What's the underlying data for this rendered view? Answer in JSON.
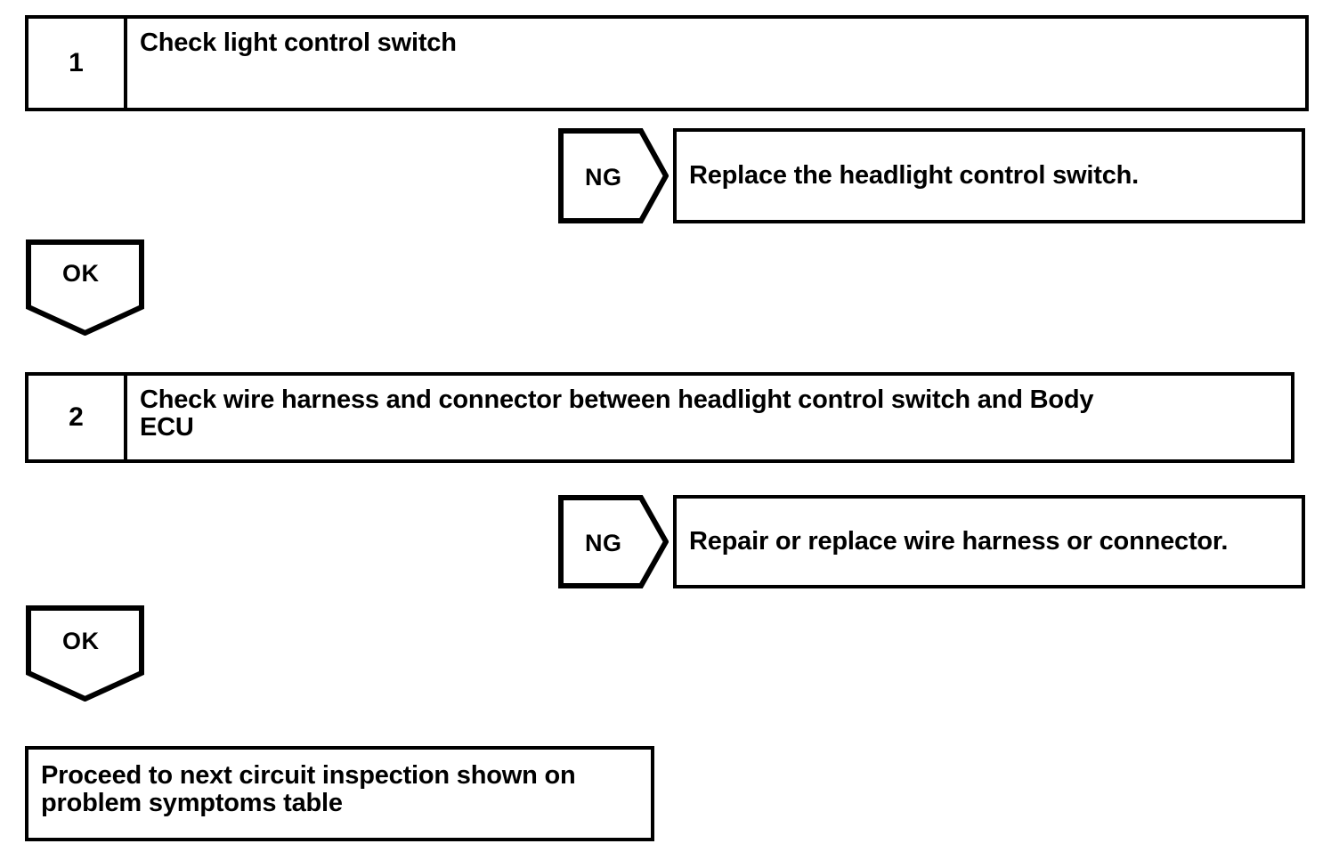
{
  "document": {
    "type": "troubleshooting-flowchart",
    "background_color": "#ffffff",
    "line_color": "#000000"
  },
  "steps": [
    {
      "number": "1",
      "text": "Check light control switch",
      "branch": {
        "label": "NG",
        "result": "Replace the headlight control switch."
      },
      "pass_label": "OK"
    },
    {
      "number": "2",
      "text": "Check wire harness and connector between headlight control switch and Body\nECU",
      "branch": {
        "label": "NG",
        "result": "Repair or replace wire harness or connector."
      },
      "pass_label": "OK"
    }
  ],
  "final": {
    "text": "Proceed to next circuit inspection shown on\nproblem symptoms table"
  }
}
